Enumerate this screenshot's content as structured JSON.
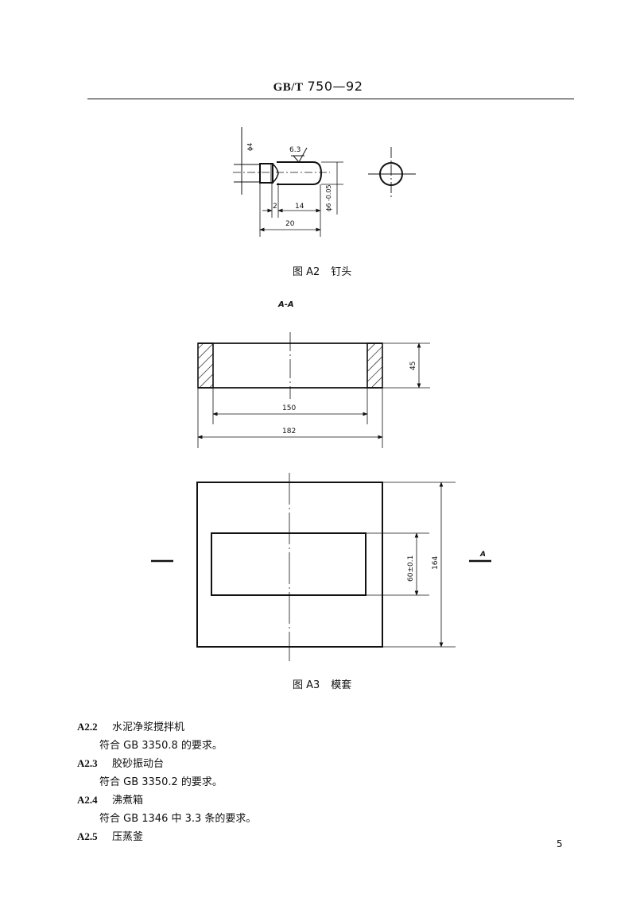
{
  "header": {
    "standard_code": "GB/T",
    "standard_number": "750—92"
  },
  "figure_a2": {
    "caption_label": "图 A2",
    "caption_title": "钉头",
    "dimensions": {
      "diameter_small": "ϕ4",
      "roughness": "6.3",
      "diameter_large": "ϕ6 -0.05",
      "length_groove": "2",
      "length_body": "14",
      "length_total": "20"
    }
  },
  "figure_a3": {
    "caption_label": "图 A3",
    "caption_title": "模套",
    "section_label": "A-A",
    "view_marker": "A",
    "dimensions": {
      "height": "45",
      "inner_width": "150",
      "outer_width": "182",
      "inner_depth": "60±0.1",
      "outer_depth": "164"
    }
  },
  "clauses": [
    {
      "number": "A2.2",
      "title": "水泥净浆搅拌机",
      "body": "符合 GB 3350.8 的要求。"
    },
    {
      "number": "A2.3",
      "title": "胶砂振动台",
      "body": "符合 GB 3350.2 的要求。"
    },
    {
      "number": "A2.4",
      "title": "沸煮箱",
      "body": "符合 GB 1346 中 3.3 条的要求。"
    },
    {
      "number": "A2.5",
      "title": "压蒸釜",
      "body": ""
    }
  ],
  "page_number": "5"
}
